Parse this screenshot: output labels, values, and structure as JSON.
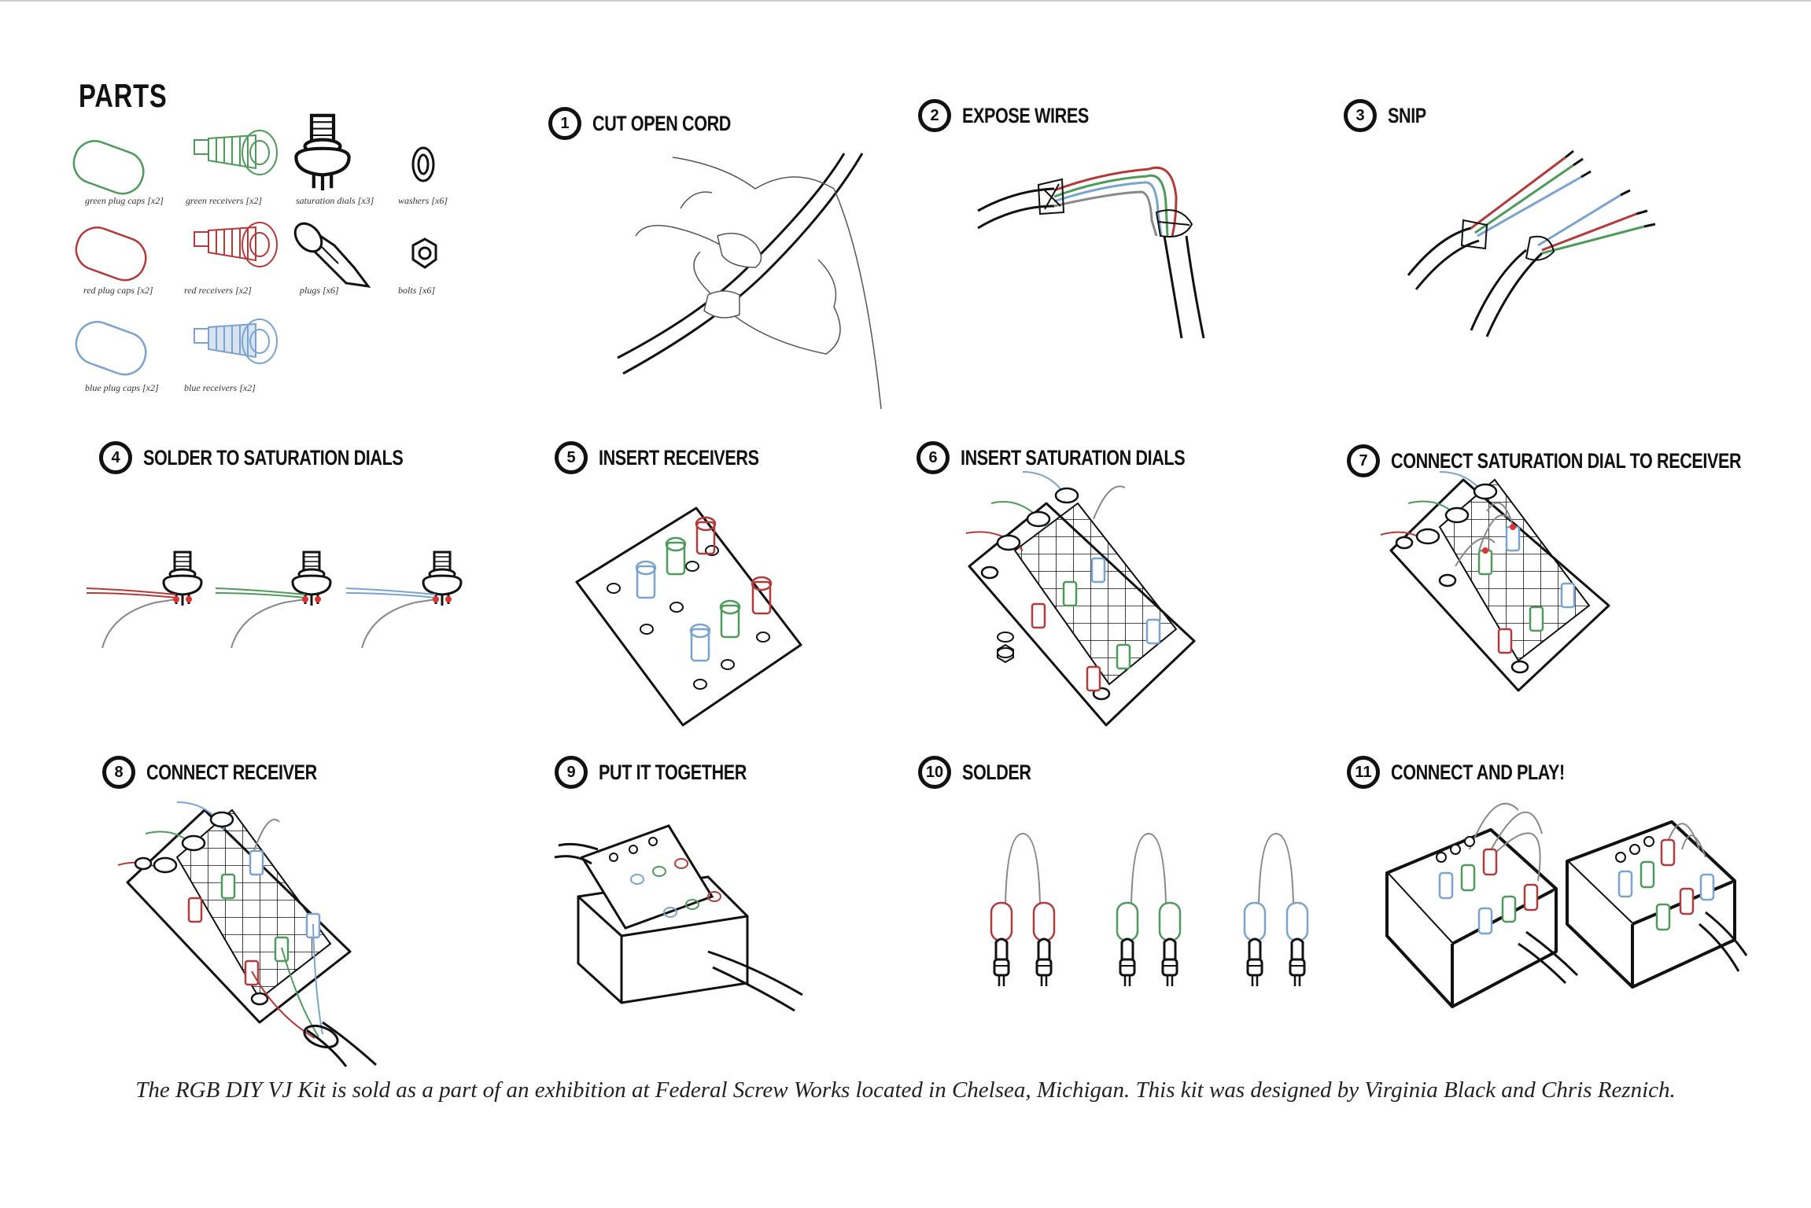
{
  "parts": {
    "title": "PARTS",
    "items": [
      {
        "label": "green plug caps [x2]",
        "color": "#4e9a5a"
      },
      {
        "label": "green receivers [x2]",
        "color": "#4e9a5a"
      },
      {
        "label": "saturation dials [x3]",
        "color": "#111111"
      },
      {
        "label": "washers [x6]",
        "color": "#111111"
      },
      {
        "label": "red plug caps [x2]",
        "color": "#b23a3a"
      },
      {
        "label": "red receivers [x2]",
        "color": "#b23a3a"
      },
      {
        "label": "plugs [x6]",
        "color": "#111111"
      },
      {
        "label": "bolts [x6]",
        "color": "#111111"
      },
      {
        "label": "blue plug caps [x2]",
        "color": "#7aa3cf"
      },
      {
        "label": "blue receivers [x2]",
        "color": "#7aa3cf"
      }
    ]
  },
  "steps": [
    {
      "num": "1",
      "title": "CUT OPEN CORD"
    },
    {
      "num": "2",
      "title": "EXPOSE WIRES"
    },
    {
      "num": "3",
      "title": "SNIP"
    },
    {
      "num": "4",
      "title": "SOLDER TO SATURATION DIALS"
    },
    {
      "num": "5",
      "title": "INSERT RECEIVERS"
    },
    {
      "num": "6",
      "title": "INSERT SATURATION DIALS"
    },
    {
      "num": "7",
      "title": "CONNECT SATURATION DIAL TO RECEIVER"
    },
    {
      "num": "8",
      "title": "CONNECT RECEIVER"
    },
    {
      "num": "9",
      "title": "PUT IT TOGETHER"
    },
    {
      "num": "10",
      "title": "SOLDER"
    },
    {
      "num": "11",
      "title": "CONNECT AND PLAY!"
    }
  ],
  "caption": "The RGB DIY VJ Kit is sold as a part of an exhibition at Federal Screw Works located in Chelsea, Michigan. This kit was designed by Virginia Black and Chris Reznich.",
  "colors": {
    "red": "#b23a3a",
    "green": "#4e9a5a",
    "blue": "#7aa3cf",
    "ink": "#111111"
  }
}
